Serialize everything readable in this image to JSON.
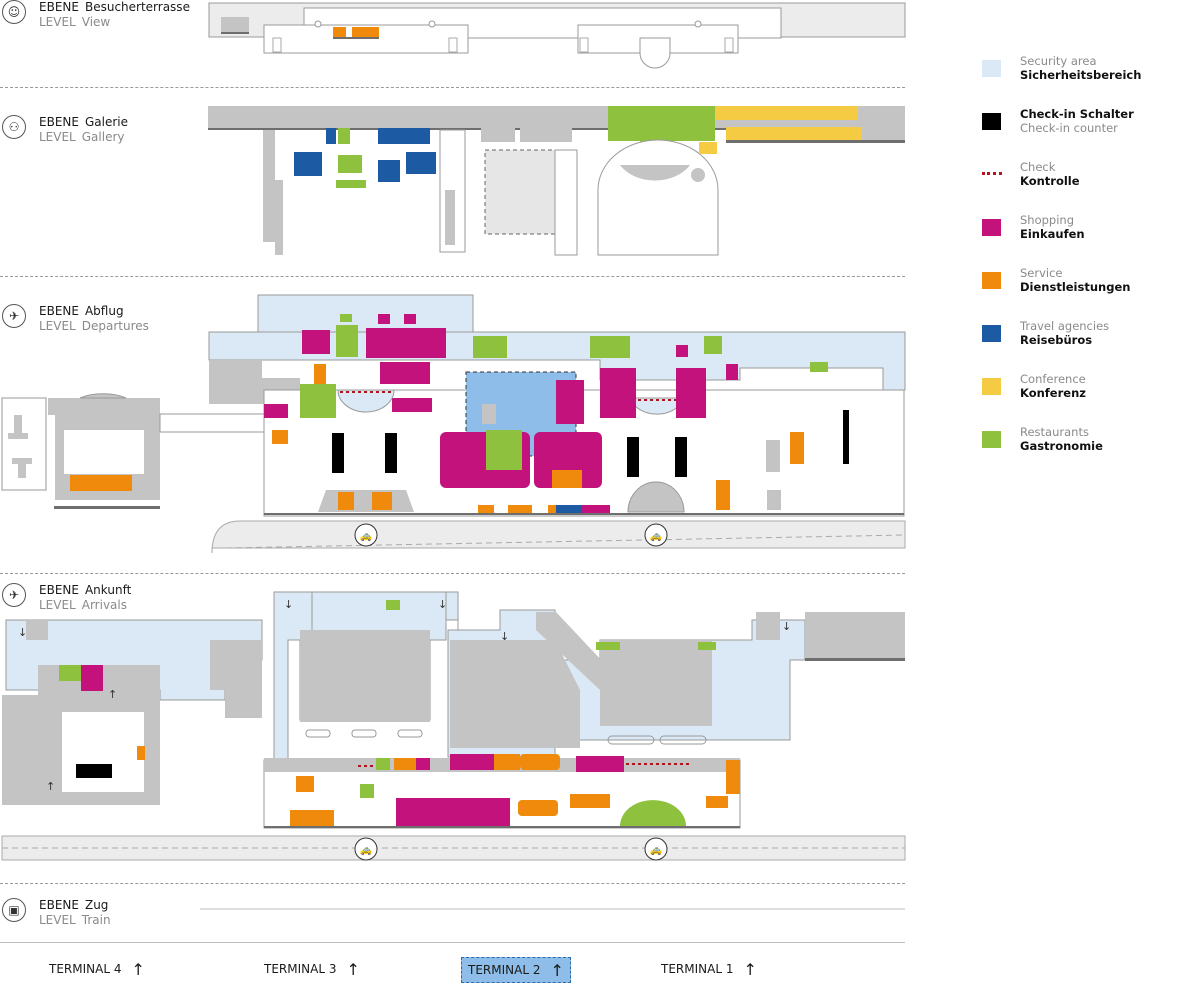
{
  "levels": [
    {
      "id": "view",
      "icon": "visitor-terrace-icon",
      "de_keyword": "EBENE",
      "de_name": "Besucherterrasse",
      "en_keyword": "LEVEL",
      "en_name": "View"
    },
    {
      "id": "gallery",
      "icon": "gallery-meeting-icon",
      "de_keyword": "EBENE",
      "de_name": "Galerie",
      "en_keyword": "LEVEL",
      "en_name": "Gallery"
    },
    {
      "id": "departures",
      "icon": "departing-plane-icon",
      "de_keyword": "EBENE",
      "de_name": "Abflug",
      "en_keyword": "LEVEL",
      "en_name": "Departures"
    },
    {
      "id": "arrivals",
      "icon": "arriving-plane-icon",
      "de_keyword": "EBENE",
      "de_name": "Ankunft",
      "en_keyword": "LEVEL",
      "en_name": "Arrivals"
    },
    {
      "id": "train",
      "icon": "train-icon",
      "de_keyword": "EBENE",
      "de_name": "Zug",
      "en_keyword": "LEVEL",
      "en_name": "Train"
    }
  ],
  "legend": [
    {
      "key": "security",
      "en": "Security area",
      "de": "Sicherheitsbereich",
      "color": "#dbe9f6",
      "style": "fill",
      "order": "en-first"
    },
    {
      "key": "checkin",
      "en": "Check-in counter",
      "de": "Check-in Schalter",
      "color": "#000000",
      "style": "fill",
      "order": "de-first"
    },
    {
      "key": "check",
      "en": "Check",
      "de": "Kontrolle",
      "color": "#b5121b",
      "style": "dashed",
      "order": "en-first"
    },
    {
      "key": "shopping",
      "en": "Shopping",
      "de": "Einkaufen",
      "color": "#c3127c",
      "style": "fill",
      "order": "en-first"
    },
    {
      "key": "service",
      "en": "Service",
      "de": "Dienstleistungen",
      "color": "#f08a0c",
      "style": "fill",
      "order": "en-first"
    },
    {
      "key": "travel",
      "en": "Travel agencies",
      "de": "Reisebüros",
      "color": "#1c5aa3",
      "style": "fill",
      "order": "en-first"
    },
    {
      "key": "conference",
      "en": "Conference",
      "de": "Konferenz",
      "color": "#f5cb43",
      "style": "fill",
      "order": "en-first"
    },
    {
      "key": "restaurants",
      "en": "Restaurants",
      "de": "Gastronomie",
      "color": "#8dc13e",
      "style": "fill",
      "order": "en-first"
    }
  ],
  "terminals": [
    {
      "label": "TERMINAL 4",
      "current": false
    },
    {
      "label": "TERMINAL 3",
      "current": false
    },
    {
      "label": "TERMINAL 2",
      "current": true
    },
    {
      "label": "TERMINAL 1",
      "current": false
    }
  ],
  "colors": {
    "building": "#c4c4c4",
    "building_shadow": "#6e6e6e",
    "outline": "#9a9a9a",
    "security": "#dbe9f6",
    "current_terminal": "#8dbde8"
  }
}
